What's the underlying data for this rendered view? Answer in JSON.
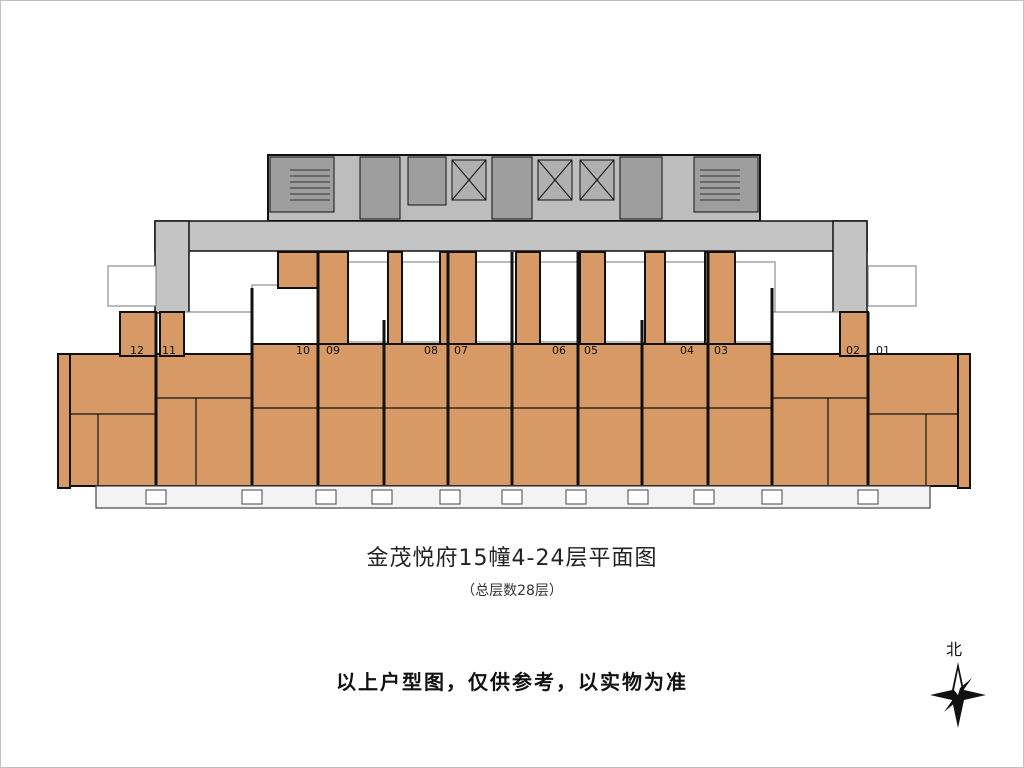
{
  "title": "金茂悦府15幢4-24层平面图",
  "subtitle": "（总层数28层）",
  "disclaimer": "以上户型图，仅供参考，以实物为准",
  "north_label": "北",
  "colors": {
    "unit_fill": "#d79a66",
    "core_fill": "#bdbdbd",
    "wall": "#111111",
    "corridor": "#c4c4c4"
  },
  "units": [
    "12",
    "11",
    "10",
    "09",
    "08",
    "07",
    "06",
    "05",
    "04",
    "03",
    "02",
    "01"
  ]
}
